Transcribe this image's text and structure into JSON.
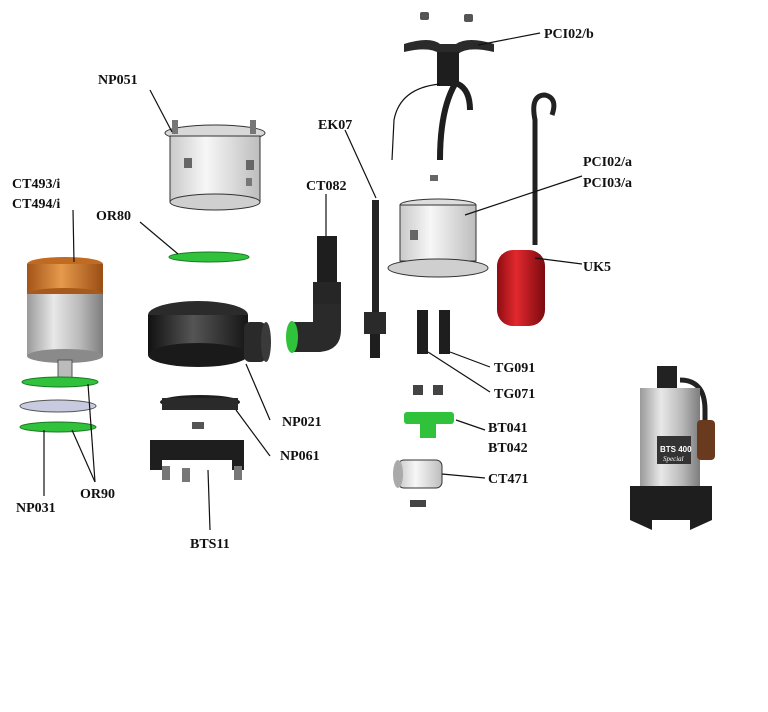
{
  "labels": {
    "pci02b": "PCI02/b",
    "np051": "NP051",
    "ek07": "EK07",
    "pci02a": "PCI02/a",
    "pci03a": "PCI03/a",
    "ct493i": "CT493/i",
    "ct494i": "CT494/i",
    "ct082": "CT082",
    "or80": "OR80",
    "uk5": "UK5",
    "tg091": "TG091",
    "tg071": "TG071",
    "np021": "NP021",
    "bt041": "BT041",
    "bt042": "BT042",
    "np061": "NP061",
    "ct471": "CT471",
    "np031": "NP031",
    "or90": "OR90",
    "bts11": "BTS11"
  },
  "product": {
    "model": "BTS 400",
    "variant": "Special"
  },
  "colors": {
    "green": "#2fc23a",
    "orange": "#d97a2a",
    "red": "#c8141c",
    "black": "#1e1e1e"
  }
}
